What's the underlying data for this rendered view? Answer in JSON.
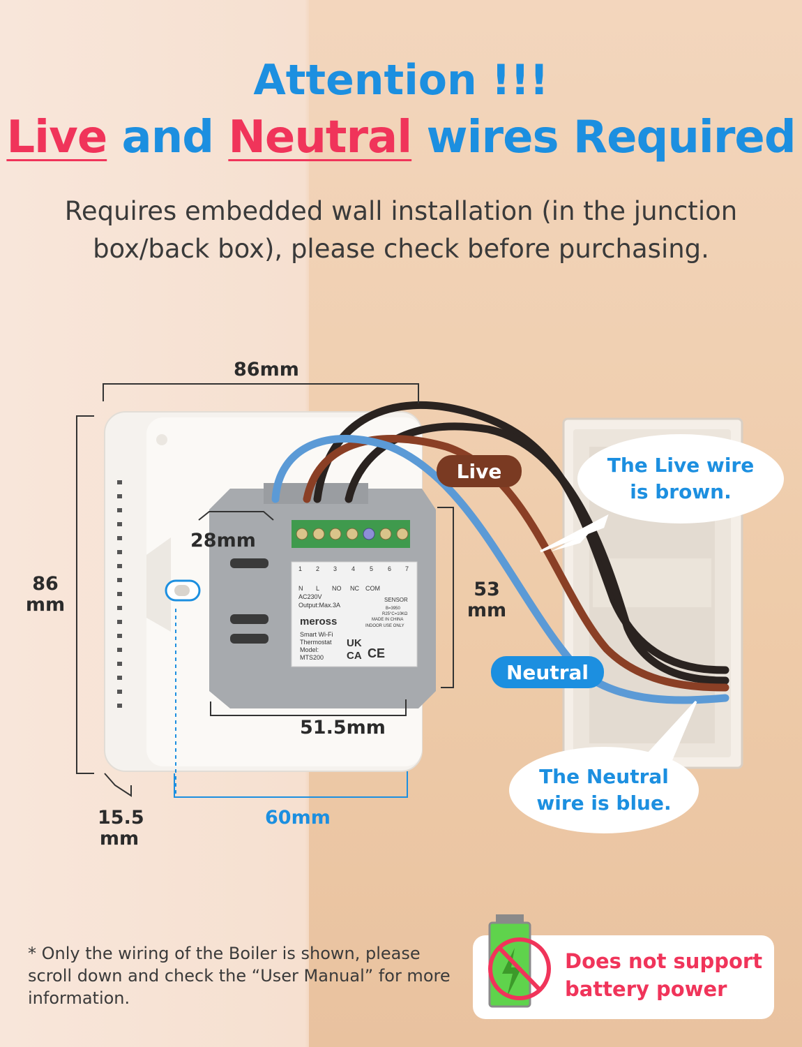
{
  "heading": {
    "line1": "Attention !!!",
    "live": "Live",
    "and": "and",
    "neutral": "Neutral",
    "rest": "wires Required"
  },
  "subtitle": "Requires embedded wall installation (in the junction box/back box), please check before purchasing.",
  "dimensions": {
    "width_panel": "86mm",
    "height_panel": "86",
    "height_unit": "mm",
    "module_depth": "28mm",
    "module_height": "53",
    "module_height_unit": "mm",
    "module_width": "51.5mm",
    "panel_depth": "15.5",
    "panel_depth_unit": "mm",
    "hole_spacing": "60mm"
  },
  "wire_labels": {
    "live": "Live",
    "neutral": "Neutral"
  },
  "callouts": {
    "live": "The Live wire is brown.",
    "neutral": "The Neutral wire is blue."
  },
  "terminal": {
    "numbers": [
      "1",
      "2",
      "3",
      "4",
      "5",
      "6",
      "7"
    ],
    "labels": [
      "N",
      "L",
      "NO",
      "NC",
      "COM"
    ],
    "ac": "AC230V",
    "output": "Output:Max.3A",
    "sensor": "SENSOR",
    "sensor_b": "B=3950",
    "sensor_r": "R25°C=10KΩ",
    "made_in": "MADE IN CHINA",
    "indoor": "INDOOR USE ONLY",
    "brand": "meross",
    "product1": "Smart Wi-Fi",
    "product2": "Thermostat",
    "model_label": "Model:",
    "model": "MTS200",
    "ukca_1": "UK",
    "ukca_2": "CA",
    "ce": "CE"
  },
  "footnote": "* Only the wiring of the Boiler is shown, please scroll down and check the “User Manual” for more information.",
  "warning": "Does not support battery power",
  "colors": {
    "blue": "#1c8fe0",
    "red": "#f0345a",
    "brown_wire": "#8a3f25",
    "blue_wire": "#5b9ad6",
    "black_wire": "#2a2320",
    "live_pill": "#7a3a22"
  }
}
